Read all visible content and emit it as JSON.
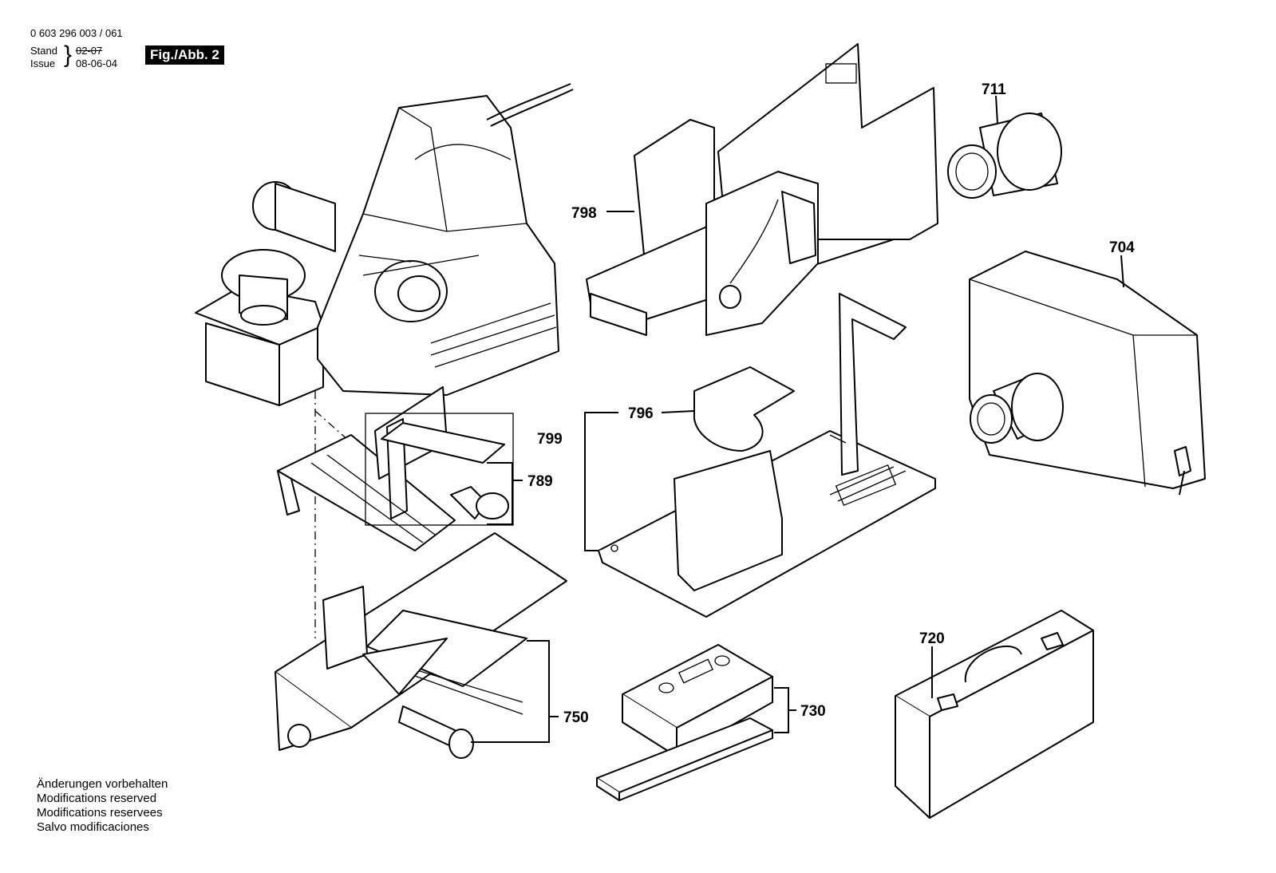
{
  "header": {
    "doc_number": "0 603 296 003 / 061",
    "stand_label": "Stand",
    "stand_date": "02-07",
    "issue_label": "Issue",
    "issue_date": "08-06-04",
    "figure_label": "Fig./Abb. 2"
  },
  "callouts": [
    "711",
    "798",
    "704",
    "796",
    "799",
    "789",
    "750",
    "730",
    "720"
  ],
  "notes": [
    "Änderungen vorbehalten",
    "Modifications reserved",
    "Modifications reservees",
    "Salvo modificaciones"
  ]
}
